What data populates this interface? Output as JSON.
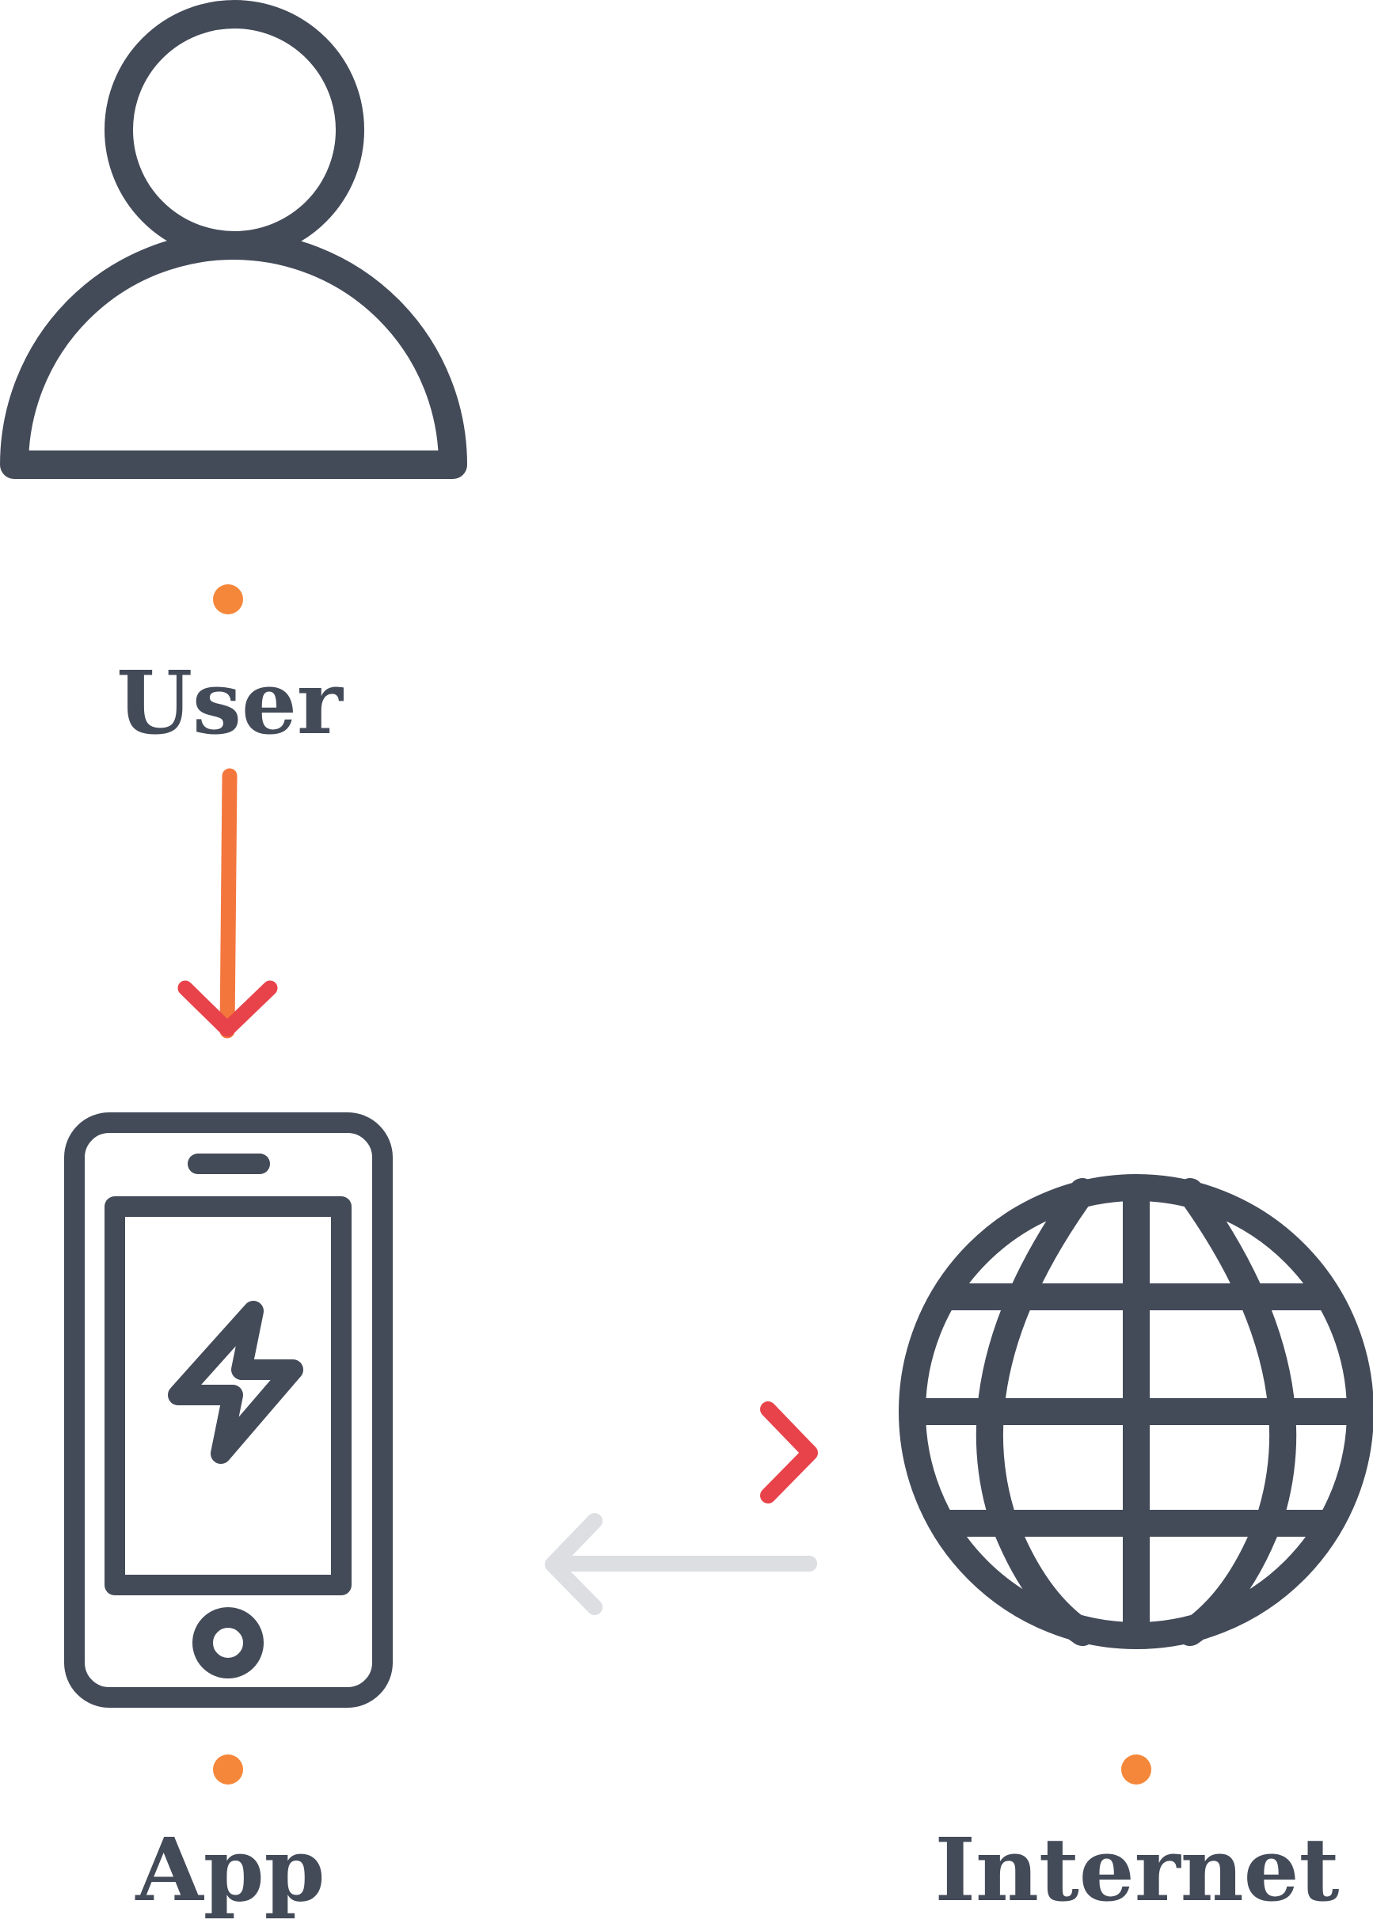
{
  "nodes": {
    "user": {
      "label": "User"
    },
    "app": {
      "label": "App"
    },
    "internet": {
      "label": "Internet"
    }
  },
  "colors": {
    "icon": "#434a58",
    "dot": "#f5873a",
    "arrow_start": "#f5883a",
    "arrow_end": "#e8434a",
    "arrow_inactive": "#dcdee2"
  },
  "edges": [
    {
      "from": "user",
      "to": "app",
      "style": "active"
    },
    {
      "from": "app",
      "to": "internet",
      "style": "active"
    },
    {
      "from": "internet",
      "to": "app",
      "style": "inactive"
    }
  ]
}
